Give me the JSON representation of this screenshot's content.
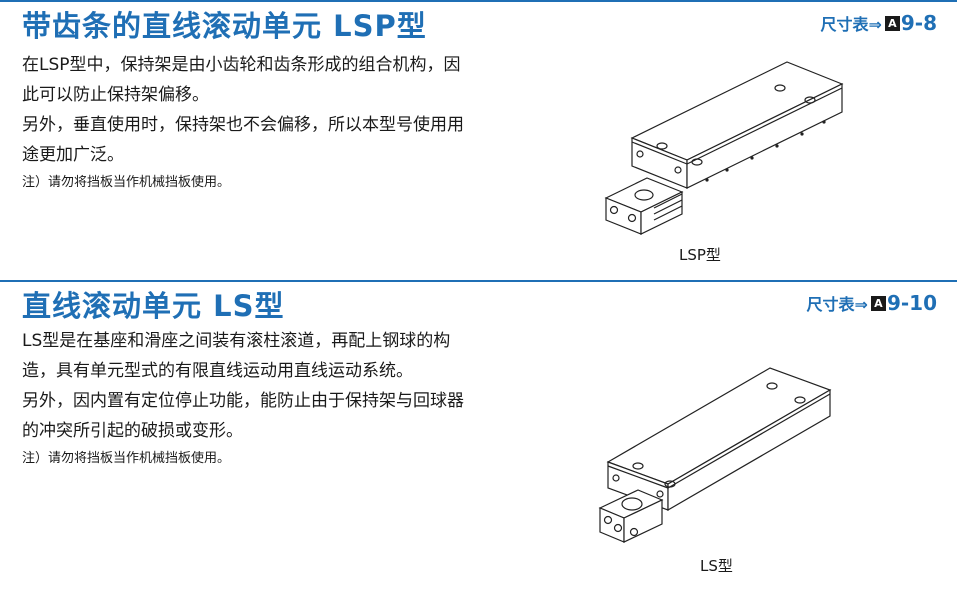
{
  "sections": [
    {
      "title": "带齿条的直线滚动单元 LSP型",
      "dim_link": {
        "label": "尺寸表⇒",
        "badge": "A",
        "page": "9-8"
      },
      "paragraphs": [
        "在LSP型中，保持架是由小齿轮和齿条形成的组合机构，因此可以防止保持架偏移。",
        "另外，垂直使用时，保持架也不会偏移，所以本型号使用用途更加广泛。"
      ],
      "note": "注）请勿将挡板当作机械挡板使用。",
      "figure_caption": "LSP型"
    },
    {
      "title": "直线滚动单元 LS型",
      "dim_link": {
        "label": "尺寸表⇒",
        "badge": "A",
        "page": "9-10"
      },
      "paragraphs": [
        "LS型是在基座和滑座之间装有滚柱滚道，再配上钢球的构造，具有单元型式的有限直线运动用直线运动系统。",
        "另外，因内置有定位停止功能，能防止由于保持架与回球器的冲突所引起的破损或变形。"
      ],
      "note": "注）请勿将挡板当作机械挡板使用。",
      "figure_caption": "LS型"
    }
  ],
  "colors": {
    "accent": "#1f6fb5",
    "text": "#1a1a1a"
  }
}
